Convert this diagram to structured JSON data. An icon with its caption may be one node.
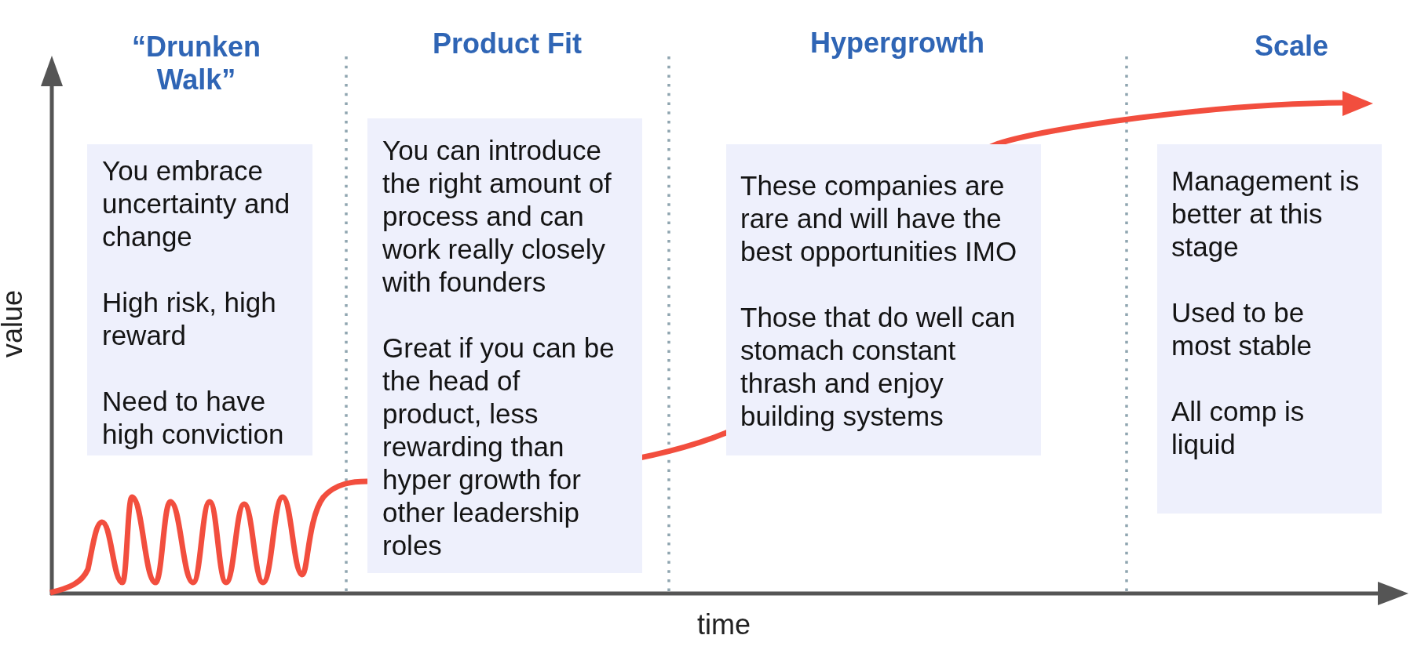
{
  "diagram": {
    "nodes": [
      {
        "text": [
          "You embrace uncertainty and change",
          "High risk, high reward",
          "Need to have high conviction"
        ]
      },
      {
        "text": [
          "You can introduce the right amount of process and can work really closely with founders",
          "Great if you can be the head of product, less rewarding than hyper growth for other leadership roles"
        ]
      },
      {
        "text": [
          "These companies are rare and will have the best opportunities IMO",
          "Those that do well can stomach constant thrash and enjoy building systems"
        ]
      },
      {
        "text": [
          "Management is better at this stage",
          "Used to be most stable",
          "All comp is liquid"
        ]
      }
    ],
    "labels": [
      "“Drunken Walk”",
      "Product Fit",
      "Hypergrowth",
      "Scale",
      "value",
      "time"
    ]
  }
}
